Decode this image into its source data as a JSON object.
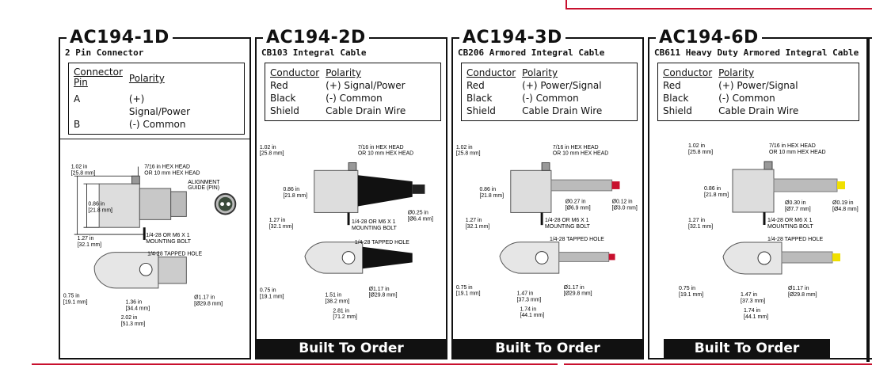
{
  "colors": {
    "accent": "#c8102e",
    "dark": "#111111",
    "cable": "#222222",
    "braid": "#b8b8b8",
    "red_tip": "#c8102e",
    "yellow_tip": "#f0e000"
  },
  "cards": [
    {
      "title": "AC194-1D",
      "subtitle": "2 Pin Connector",
      "headers": [
        "Connector Pin",
        "Polarity"
      ],
      "rows": [
        [
          "A",
          "(+)"
        ],
        [
          "",
          "Signal/Power"
        ],
        [
          "B",
          "(-) Common"
        ]
      ],
      "dims": {
        "height": "1.02 in",
        "height_mm": "[25.8 mm]",
        "hex": "7/16 in HEX HEAD",
        "hex2": "OR 10 mm HEX HEAD",
        "h2": "0.86 in",
        "h2_mm": "[21.8 mm]",
        "base": "1.27 in",
        "base_mm": "[32.1 mm]",
        "bolt": "1/4-28 OR M6 X 1",
        "bolt2": "MOUNTING BOLT",
        "align": "ALIGNMENT",
        "align2": "GUIDE (PIN)",
        "tapped": "1/4-28 TAPPED HOLE",
        "w": "0.75 in",
        "w_mm": "[19.1 mm]",
        "l1": "1.36 in",
        "l1_mm": "[34.4 mm]",
        "l2": "2.02 in",
        "l2_mm": "[51.3 mm]",
        "dia": "Ø1.17 in",
        "dia_mm": "[Ø29.8 mm]"
      },
      "footer": ""
    },
    {
      "title": "AC194-2D",
      "subtitle": "CB103 Integral Cable",
      "headers": [
        "Conductor",
        "Polarity"
      ],
      "rows": [
        [
          "Red",
          "(+) Signal/Power"
        ],
        [
          "Black",
          "(-) Common"
        ],
        [
          "Shield",
          "Cable Drain Wire"
        ]
      ],
      "dims": {
        "height": "1.02 in",
        "height_mm": "[25.8 mm]",
        "hex": "7/16 in HEX HEAD",
        "hex2": "OR 10 mm HEX HEAD",
        "h2": "0.86 in",
        "h2_mm": "[21.8 mm]",
        "cable": "Ø0.25 in",
        "cable_mm": "[Ø6.4 mm]",
        "base": "1.27 in",
        "base_mm": "[32.1 mm]",
        "bolt": "1/4-28 OR M6 X 1",
        "bolt2": "MOUNTING BOLT",
        "tapped": "1/4-28 TAPPED HOLE",
        "w": "0.75 in",
        "w_mm": "[19.1 mm]",
        "l1": "1.51 in",
        "l1_mm": "[38.2 mm]",
        "l2": "2.81 in",
        "l2_mm": "[71.2 mm]",
        "dia": "Ø1.17 in",
        "dia_mm": "[Ø29.8 mm]"
      },
      "footer": "Built To Order"
    },
    {
      "title": "AC194-3D",
      "subtitle": "CB206 Armored Integral Cable",
      "headers": [
        "Conductor",
        "Polarity"
      ],
      "rows": [
        [
          "Red",
          "(+) Power/Signal"
        ],
        [
          "Black",
          "(-) Common"
        ],
        [
          "Shield",
          "Cable Drain Wire"
        ]
      ],
      "dims": {
        "height": "1.02 in",
        "height_mm": "[25.8 mm]",
        "hex": "7/16 in HEX HEAD",
        "hex2": "OR 10 mm HEX HEAD",
        "h2": "0.86 in",
        "h2_mm": "[21.8 mm]",
        "armor": "Ø0.27 in",
        "armor_mm": "[Ø6.9 mm]",
        "tip": "Ø0.12 in",
        "tip_mm": "[Ø3.0 mm]",
        "base": "1.27 in",
        "base_mm": "[32.1 mm]",
        "bolt": "1/4-28 OR M6 X 1",
        "bolt2": "MOUNTING BOLT",
        "tapped": "1/4-28 TAPPED HOLE",
        "w": "0.75 in",
        "w_mm": "[19.1 mm]",
        "l1": "1.47 in",
        "l1_mm": "[37.3 mm]",
        "l2": "1.74 in",
        "l2_mm": "[44.1 mm]",
        "dia": "Ø1.17 in",
        "dia_mm": "[Ø29.8 mm]"
      },
      "footer": "Built To Order"
    },
    {
      "title": "AC194-6D",
      "subtitle": "CB611 Heavy Duty Armored Integral Cable",
      "headers": [
        "Conductor",
        "Polarity"
      ],
      "rows": [
        [
          "Red",
          "(+) Power/Signal"
        ],
        [
          "Black",
          "(-) Common"
        ],
        [
          "Shield",
          "Cable Drain Wire"
        ]
      ],
      "dims": {
        "height": "1.02 in",
        "height_mm": "[25.8 mm]",
        "hex": "7/16 in HEX HEAD",
        "hex2": "OR 10 mm HEX HEAD",
        "h2": "0.86 in",
        "h2_mm": "[21.8 mm]",
        "armor": "Ø0.30 in",
        "armor_mm": "[Ø7.7 mm]",
        "tip": "Ø0.19 in",
        "tip_mm": "[Ø4.8 mm]",
        "base": "1.27 in",
        "base_mm": "[32.1 mm]",
        "bolt": "1/4-28 OR M6 X 1",
        "bolt2": "MOUNTING BOLT",
        "tapped": "1/4-28 TAPPED HOLE",
        "w": "0.75 in",
        "w_mm": "[19.1 mm]",
        "l1": "1.47 in",
        "l1_mm": "[37.3 mm]",
        "l2": "1.74 in",
        "l2_mm": "[44.1 mm]",
        "dia": "Ø1.17 in",
        "dia_mm": "[Ø29.8 mm]"
      },
      "footer": "Built To Order"
    }
  ]
}
